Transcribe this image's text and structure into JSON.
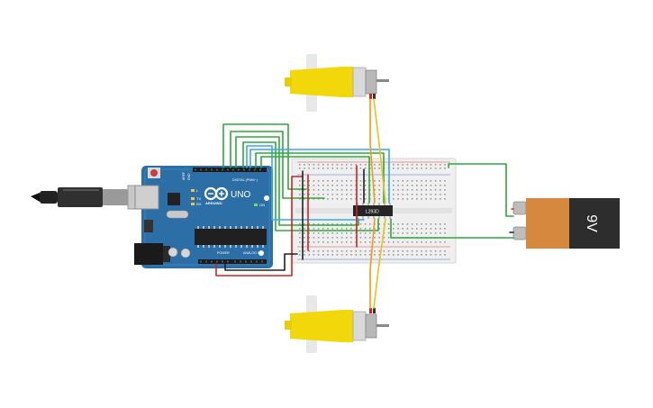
{
  "arduino": {
    "brand": "ARDUINO",
    "model": "UNO",
    "digital_header": "DIGITAL (PWM~)",
    "power_header": "POWER",
    "analog_header": "ANALOG IN",
    "pin_labels": {
      "aref": "AREF",
      "gnd": "GND",
      "l": "L",
      "tx": "TX",
      "rx": "RX",
      "on": "ON"
    }
  },
  "chip": {
    "label": "L293D"
  },
  "battery": {
    "label": "9V"
  },
  "colors": {
    "canvas": "#ffffff",
    "arduino_board": "#2c6ea6",
    "breadboard": "#efefef",
    "motor_body": "#f2d80a",
    "battery_body": "#d5883e",
    "battery_top": "#2d2d2d",
    "wire_green": "#2ea83a",
    "wire_red": "#d62020",
    "wire_black": "#202020",
    "wire_blue": "#3aa9e0",
    "wire_orange": "#f09a1a",
    "wire_yellow": "#e6c21a"
  }
}
